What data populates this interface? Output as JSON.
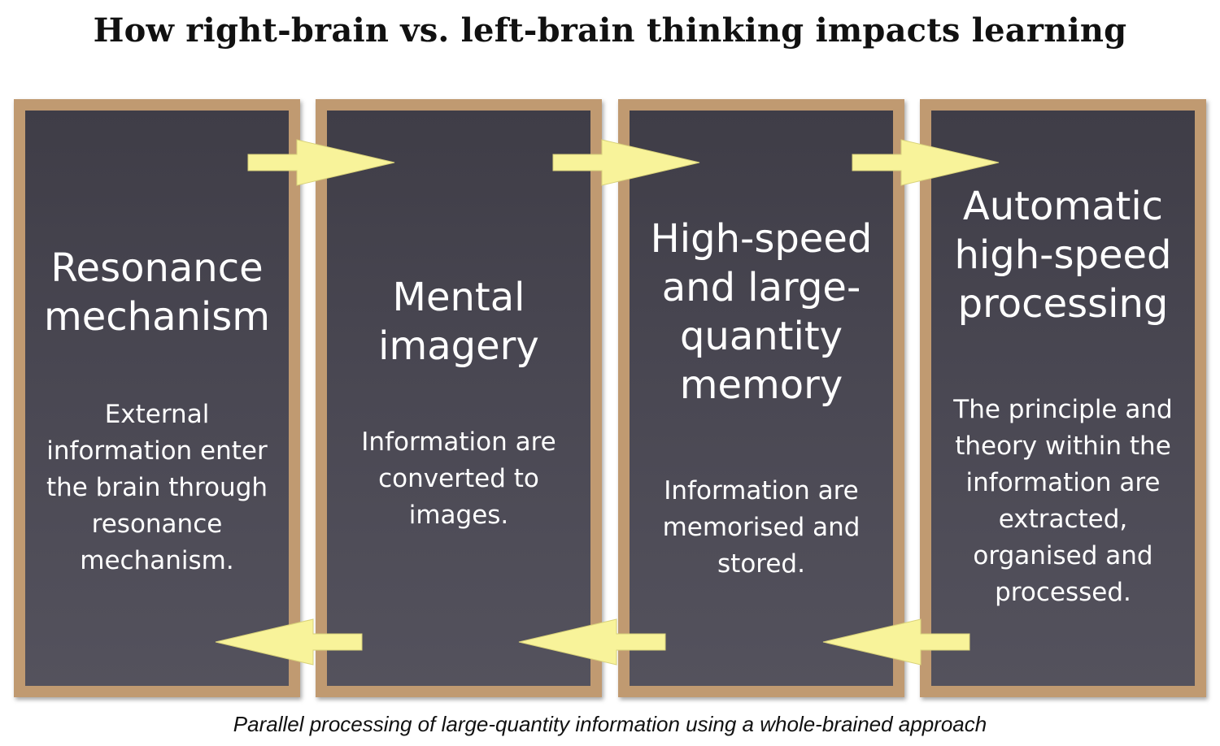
{
  "title": "How right-brain vs. left-brain thinking impacts learning",
  "caption": "Parallel processing of large-quantity information using a whole-brained approach",
  "colors": {
    "frame": "#c09a71",
    "board": "#4a4853",
    "arrow": "#f8f39a",
    "text": "#ffffff"
  },
  "stages": [
    {
      "heading": "Resonance\nmechanism",
      "description": "External\ninformation enter\nthe brain through\nresonance\nmechanism."
    },
    {
      "heading": "Mental\nimagery",
      "description": "Information are\nconverted to\nimages."
    },
    {
      "heading": "High-speed\nand large-\nquantity\nmemory",
      "description": "Information are\nmemorised and\nstored."
    },
    {
      "heading": "Automatic\nhigh-speed\nprocessing",
      "description": "The principle and\ntheory within the\ninformation are\nextracted,\norganised and\nprocessed."
    }
  ]
}
